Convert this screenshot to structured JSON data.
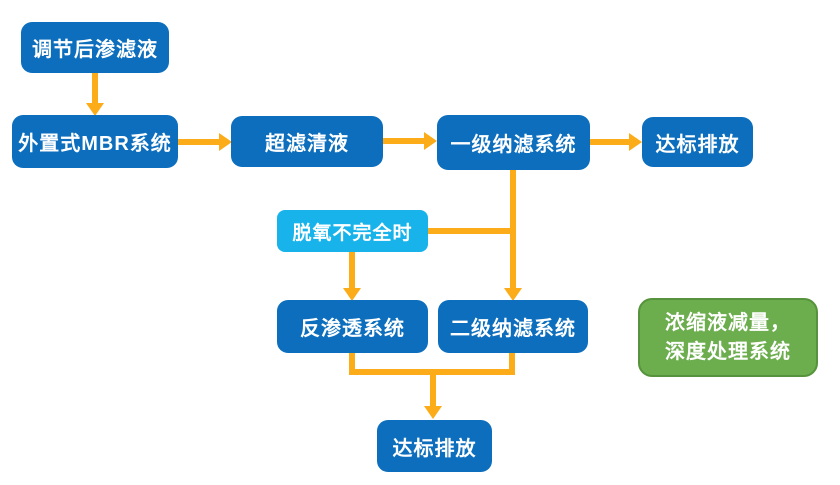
{
  "diagram": {
    "type": "flowchart",
    "subject": "leachate-treatment-process"
  },
  "colors": {
    "background": "#ffffff",
    "box_primary": "#0c6ebd",
    "box_info": "#18b3ea",
    "box_success": "#6cad4e",
    "box_success_border": "#56933c",
    "arrow": "#fbac18",
    "box_text": "#ffffff"
  },
  "nodes": {
    "adjusted_leachate": {
      "label": "调节后渗滤液",
      "type": "primary"
    },
    "external_mbr": {
      "label": "外置式MBR系统",
      "type": "primary"
    },
    "uf_permeate": {
      "label": "超滤清液",
      "type": "primary"
    },
    "nf_stage1": {
      "label": "一级纳滤系统",
      "type": "primary"
    },
    "discharge_top": {
      "label": "达标排放",
      "type": "primary"
    },
    "deoxygenation_note": {
      "label": "脱氧不完全时",
      "type": "info"
    },
    "reverse_osmosis": {
      "label": "反渗透系统",
      "type": "primary"
    },
    "nf_stage2": {
      "label": "二级纳滤系统",
      "type": "primary"
    },
    "concentrate_system": {
      "lines": [
        "浓缩液减量，",
        "深度处理系统"
      ],
      "type": "success"
    },
    "discharge_bottom": {
      "label": "达标排放",
      "type": "primary"
    }
  },
  "edges": [
    {
      "from": "调节后渗滤液",
      "to": "外置式MBR系统"
    },
    {
      "from": "外置式MBR系统",
      "to": "超滤清液"
    },
    {
      "from": "超滤清液",
      "to": "一级纳滤系统"
    },
    {
      "from": "一级纳滤系统",
      "to": "达标排放"
    },
    {
      "from": "一级纳滤系统",
      "to": "二级纳滤系统",
      "condition": "脱氧不完全时"
    },
    {
      "from": "脱氧不完全时",
      "to": "反渗透系统"
    },
    {
      "from": "反渗透系统",
      "to": "达标排放"
    },
    {
      "from": "二级纳滤系统",
      "to": "达标排放"
    }
  ]
}
